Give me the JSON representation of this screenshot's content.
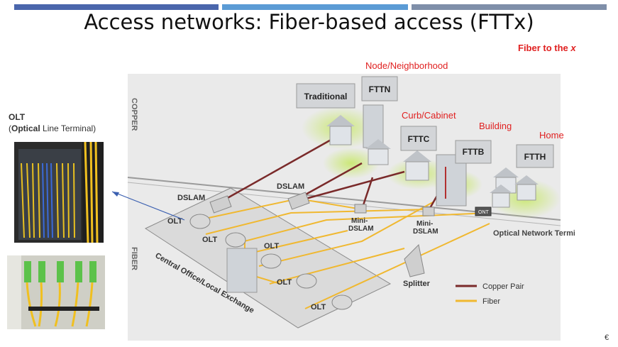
{
  "slide": {
    "title": "Access networks: Fiber-based access (FTTx)",
    "fiber_to_x_prefix": "Fiber to the ",
    "fiber_to_x_var": "x",
    "page_mark": "€"
  },
  "olt_panel": {
    "title": "OLT",
    "subtitle_bold": "Optical",
    "subtitle_rest": " Line Terminal)",
    "subtitle_open": "("
  },
  "categories": {
    "node": "Node/Neighborhood",
    "curb": "Curb/Cabinet",
    "building": "Building",
    "home": "Home"
  },
  "diagram": {
    "copper_label": "COPPER",
    "fiber_label": "FIBER",
    "boxes": {
      "traditional": "Traditional",
      "fttn": "FTTN",
      "fttc": "FTTC",
      "fttb": "FTTB",
      "ftth": "FTTH"
    },
    "dslam1": "DSLAM",
    "dslam2": "DSLAM",
    "mini_dslam1": "Mini-\nDSLAM",
    "mini_dslam2": "Mini-\nDSLAM",
    "olt_labels": [
      "OLT",
      "OLT",
      "OLT",
      "OLT",
      "OLT"
    ],
    "ont_label": "Optical Network Terminal",
    "ont_box": "ONT",
    "splitter": "Splitter",
    "central_office": "Central Office/Local Exchange",
    "legend": {
      "copper": "Copper Pair",
      "fiber": "Fiber"
    }
  },
  "colors": {
    "accent_red": "#e02020",
    "fiber": "#f0b830",
    "copper": "#7a2a2a",
    "bar1": "#4a66ac",
    "bar2": "#5b9bd5",
    "bar3": "#7f8fa9"
  }
}
